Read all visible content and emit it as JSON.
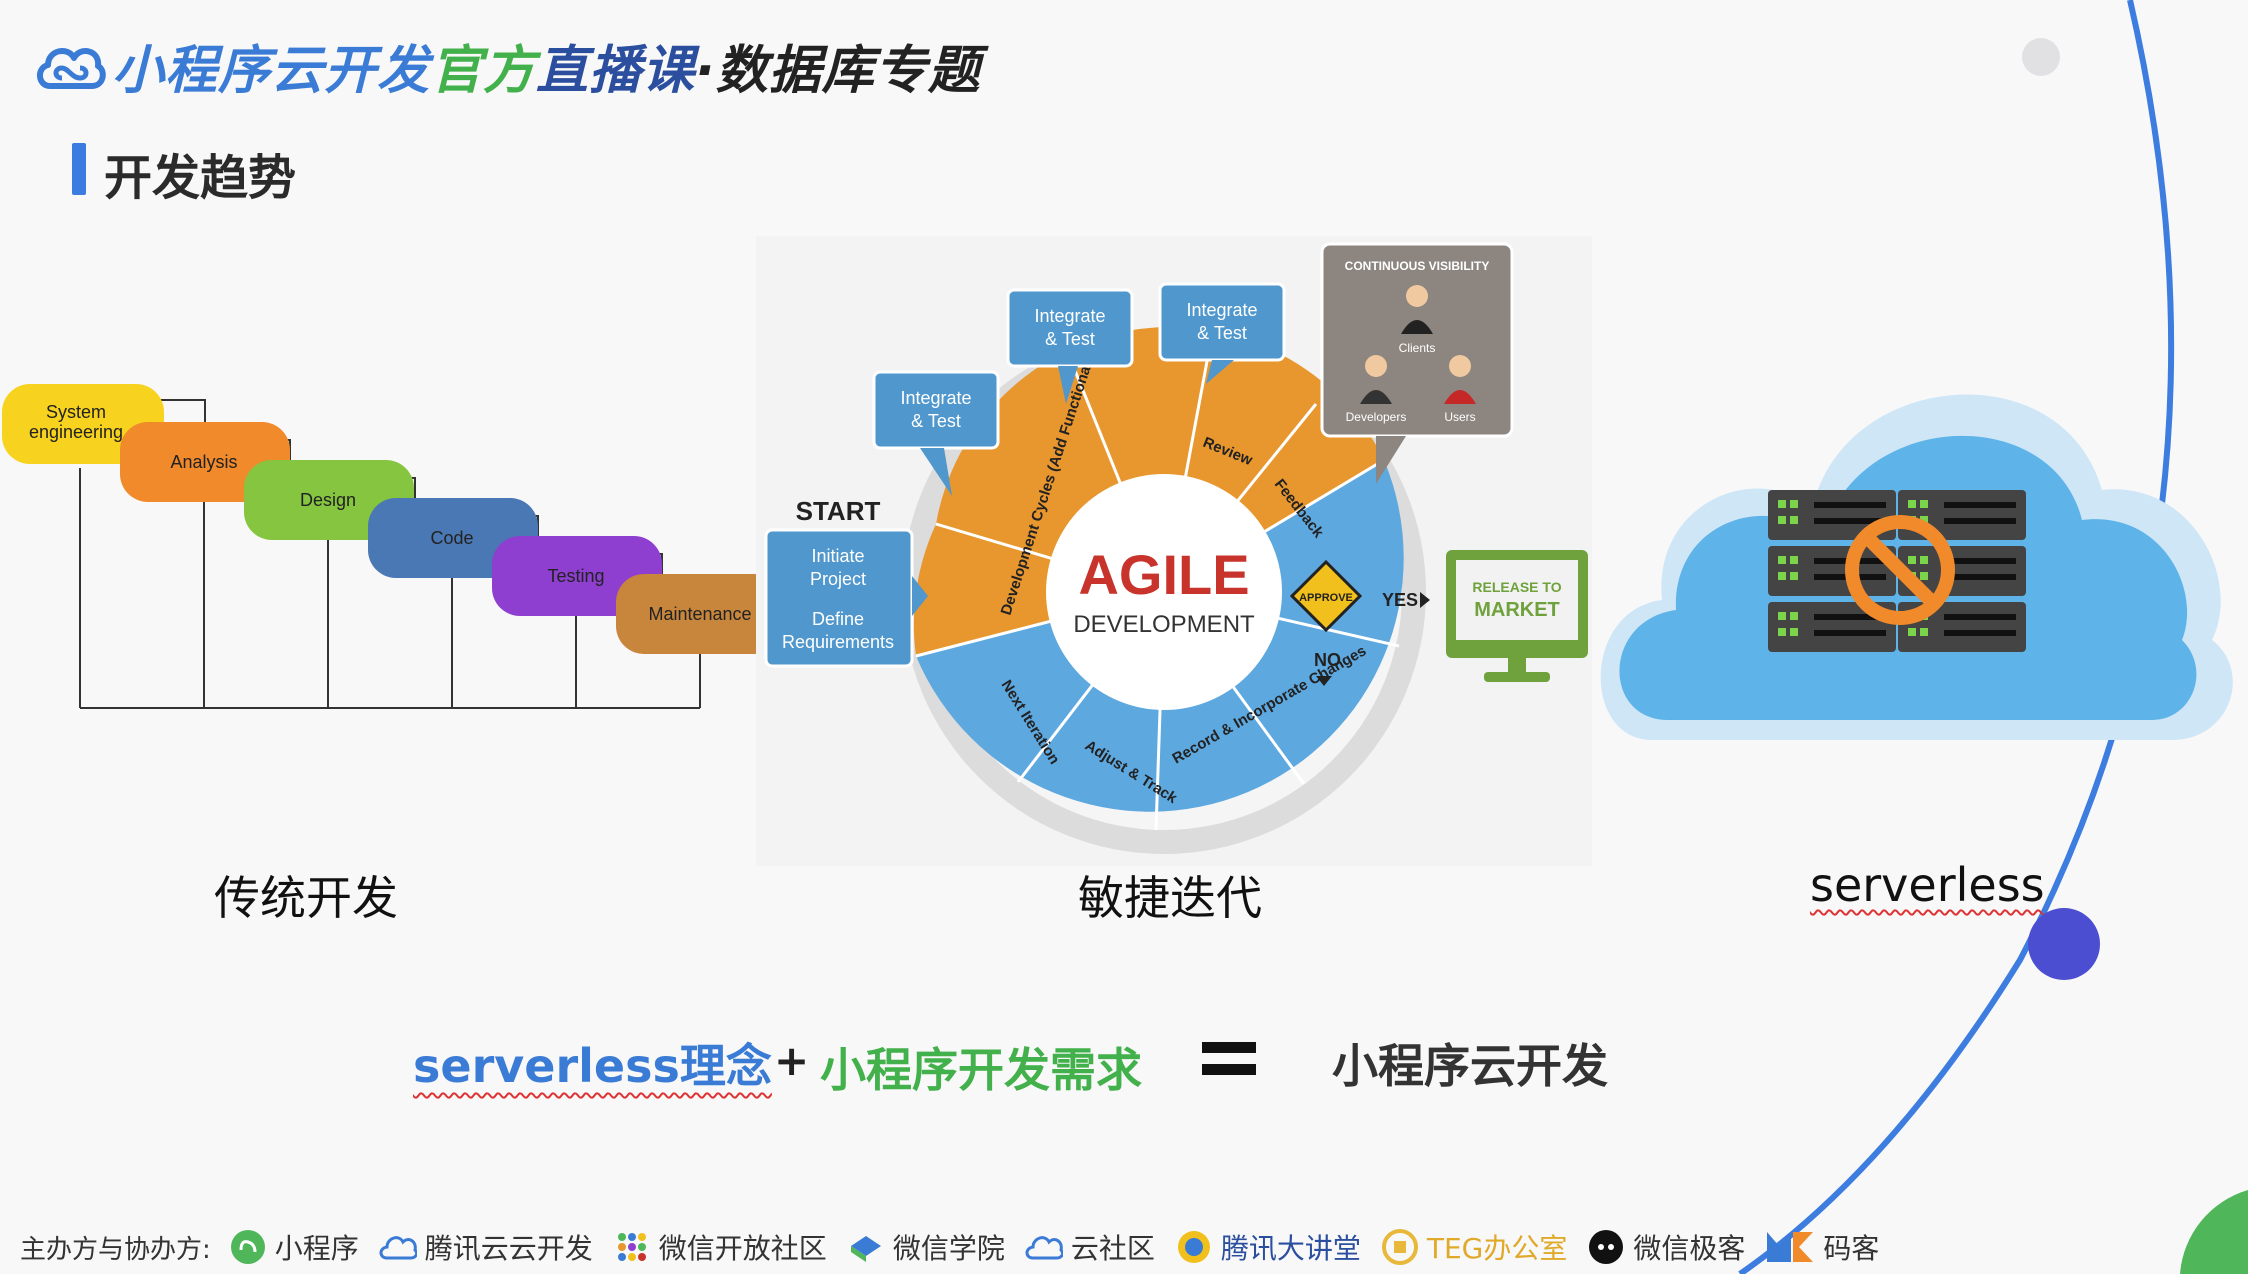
{
  "header": {
    "title_part1": "小程序云开发",
    "title_part2": "官方",
    "title_part3": "直播课",
    "title_part4": "·数据库专题"
  },
  "section": {
    "title": "开发趋势"
  },
  "waterfall": {
    "steps": [
      "System engineering",
      "Analysis",
      "Design",
      "Code",
      "Testing",
      "Maintenance"
    ],
    "colors": [
      "#f7d21e",
      "#f08a2b",
      "#86c540",
      "#4a78b4",
      "#8e3fd0",
      "#c8853c"
    ]
  },
  "agile": {
    "start_label": "START",
    "start_box_line1": "Initiate",
    "start_box_line2": "Project",
    "start_box_line3": "Define",
    "start_box_line4": "Requirements",
    "integrate_line1": "Integrate",
    "integrate_line2": "& Test",
    "center_title": "AGILE",
    "center_subtitle": "DEVELOPMENT",
    "segment_dev_cycles": "Development Cycles (Add Functionality)",
    "segment_review": "Review",
    "segment_feedback": "Feedback",
    "segment_next": "Next Iteration",
    "segment_adjust": "Adjust & Track",
    "segment_record": "Record & Incorporate Changes",
    "approve": "APPROVE",
    "yes": "YES",
    "no": "NO",
    "visibility_title": "CONTINUOUS VISIBILITY",
    "clients": "Clients",
    "developers": "Developers",
    "users": "Users",
    "release_line1": "RELEASE TO",
    "release_line2": "MARKET"
  },
  "captions": {
    "traditional": "传统开发",
    "agile": "敏捷迭代",
    "serverless": "serverless"
  },
  "equation": {
    "left": "serverless理念",
    "plus": "+",
    "middle": "小程序开发需求",
    "result": "小程序云开发"
  },
  "footer": {
    "label": "主办方与协办方:",
    "items": [
      "小程序",
      "腾讯云云开发",
      "微信开放社区",
      "微信学院",
      "云社区",
      "腾讯大讲堂",
      "TEG办公室",
      "微信极客",
      "码客"
    ]
  },
  "colors": {
    "blue_accent": "#3a7bd5",
    "green_accent": "#43b14b",
    "agile_orange": "#e8962e",
    "agile_blue": "#5ea8e0"
  }
}
